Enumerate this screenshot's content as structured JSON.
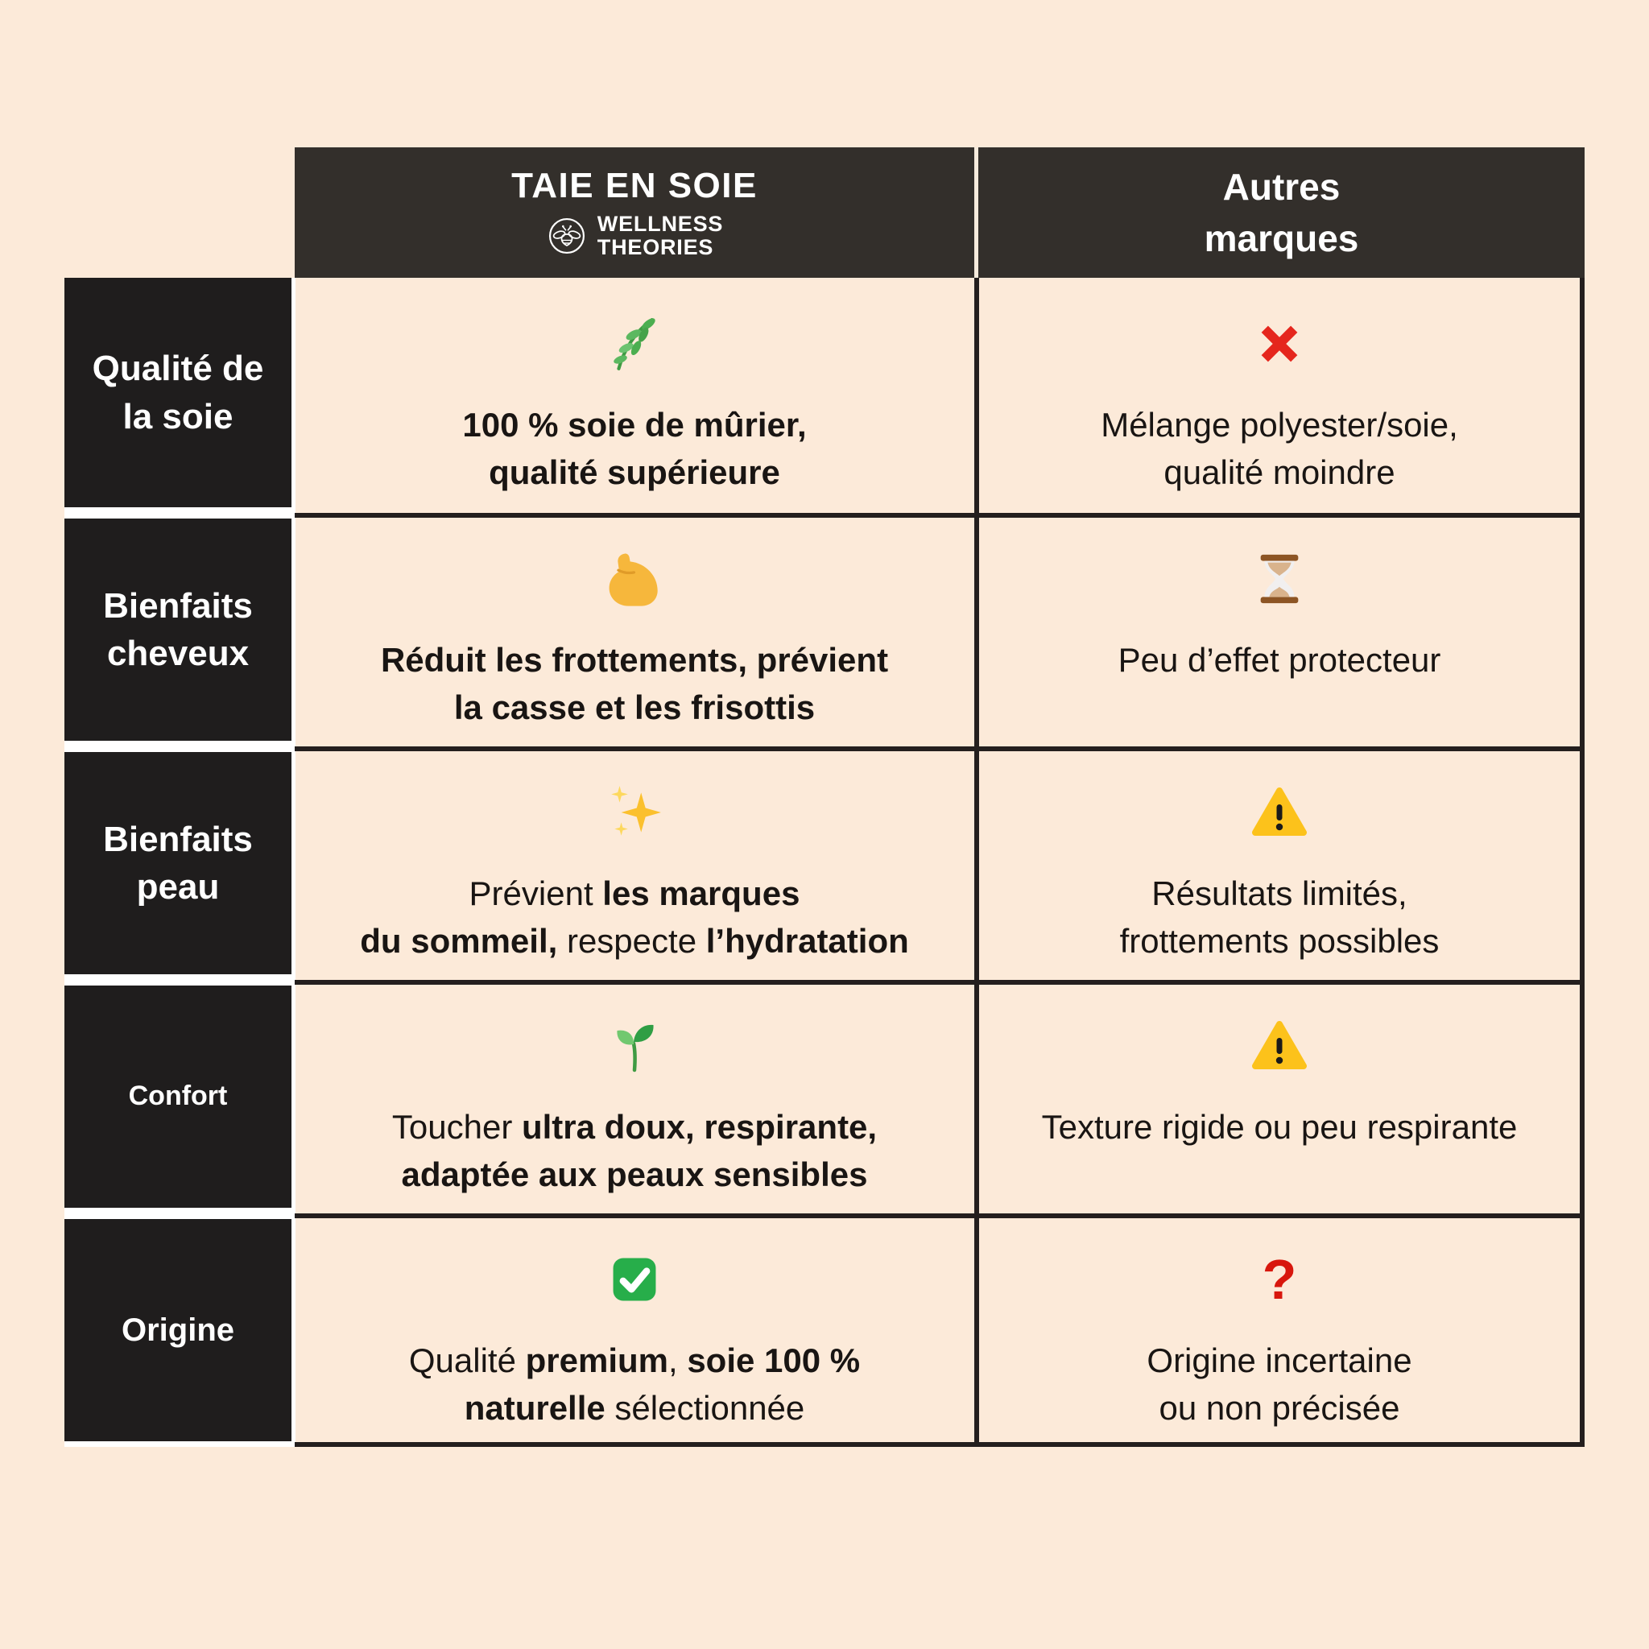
{
  "page": {
    "background_color": "#fcead9",
    "header_bg_color": "#332f2b",
    "label_bg_color": "#1f1d1d",
    "grid_line_color": "#241f1e",
    "text_color": "#191513"
  },
  "header": {
    "brand": {
      "title": "TAIE EN SOIE",
      "logo_icon": "bee-logo-icon",
      "logo_line1": "WELLNESS",
      "logo_line2": "THEORIES"
    },
    "competitor": {
      "title": "Autres\nmarques"
    }
  },
  "icons": {
    "question_glyph": "?",
    "cross_color": "#e5261d",
    "warning_color": "#fcc21b",
    "check_color": "#27ae4a",
    "question_color": "#d8170d"
  },
  "rows": [
    {
      "label": "Qualité de\nla soie",
      "left": {
        "icon": "herb-emoji",
        "segments": [
          {
            "text": "100 % soie de mûrier,\nqualité supérieure",
            "bold": true
          }
        ]
      },
      "right": {
        "icon": "cross-mark-emoji",
        "text": "Mélange polyester/soie,\nqualité moindre"
      }
    },
    {
      "label": "Bienfaits\ncheveux",
      "left": {
        "icon": "flexed-biceps-emoji",
        "segments": [
          {
            "text": "Réduit les frottements, prévient\nla casse et les frisottis",
            "bold": true
          }
        ]
      },
      "right": {
        "icon": "hourglass-emoji",
        "text": "Peu d’effet protecteur"
      }
    },
    {
      "label": "Bienfaits\npeau",
      "left": {
        "icon": "sparkles-emoji",
        "segments": [
          {
            "text": "Prévient ",
            "bold": false
          },
          {
            "text": "les marques\ndu sommeil,",
            "bold": true
          },
          {
            "text": " respecte ",
            "bold": false
          },
          {
            "text": "l’hydratation",
            "bold": true
          }
        ]
      },
      "right": {
        "icon": "warning-emoji",
        "text": "Résultats limités,\nfrottements possibles"
      }
    },
    {
      "label": "Confort",
      "left": {
        "icon": "seedling-emoji",
        "segments": [
          {
            "text": "Toucher ",
            "bold": false
          },
          {
            "text": "ultra doux, respirante,\nadaptée aux peaux sensibles",
            "bold": true
          }
        ]
      },
      "right": {
        "icon": "warning-emoji",
        "text": "Texture rigide ou peu respirante"
      }
    },
    {
      "label": "Origine",
      "left": {
        "icon": "check-mark-button-emoji",
        "segments": [
          {
            "text": "Qualité ",
            "bold": false
          },
          {
            "text": "premium",
            "bold": true
          },
          {
            "text": ", ",
            "bold": false
          },
          {
            "text": "soie 100 %\nnaturelle",
            "bold": true
          },
          {
            "text": " sélectionnée",
            "bold": false
          }
        ]
      },
      "right": {
        "icon": "red-question-mark-emoji",
        "text": "Origine incertaine\nou non précisée"
      }
    }
  ]
}
